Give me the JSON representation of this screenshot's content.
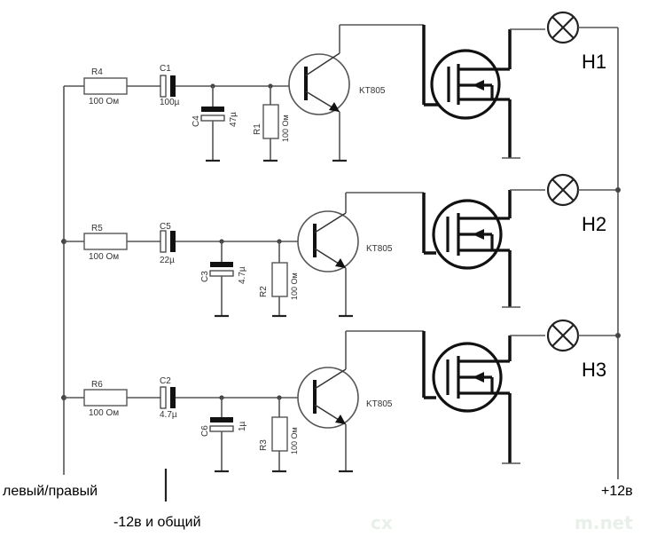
{
  "components": {
    "R4": {
      "name": "R4",
      "value": "100 Ом"
    },
    "R5": {
      "name": "R5",
      "value": "100 Ом"
    },
    "R6": {
      "name": "R6",
      "value": "100 Ом"
    },
    "C1": {
      "name": "C1",
      "value": "100µ"
    },
    "C5": {
      "name": "C5",
      "value": "22µ"
    },
    "C2": {
      "name": "C2",
      "value": "4.7µ"
    },
    "C4": {
      "name": "C4",
      "value": "47µ"
    },
    "C3": {
      "name": "C3",
      "value": "4.7µ"
    },
    "C6": {
      "name": "C6",
      "value": "1µ"
    },
    "R1": {
      "name": "R1",
      "value": "100 Ом"
    },
    "R2": {
      "name": "R2",
      "value": "100 Ом"
    },
    "R3": {
      "name": "R3",
      "value": "100 Ом"
    },
    "transistor_label": "KT805"
  },
  "lamps": [
    "H1",
    "H2",
    "H3"
  ],
  "labels": {
    "input": "левый/правый",
    "ground": "-12в и общий",
    "supply": "+12в"
  },
  "watermark": {
    "left": "cx",
    "right": "m.net"
  }
}
